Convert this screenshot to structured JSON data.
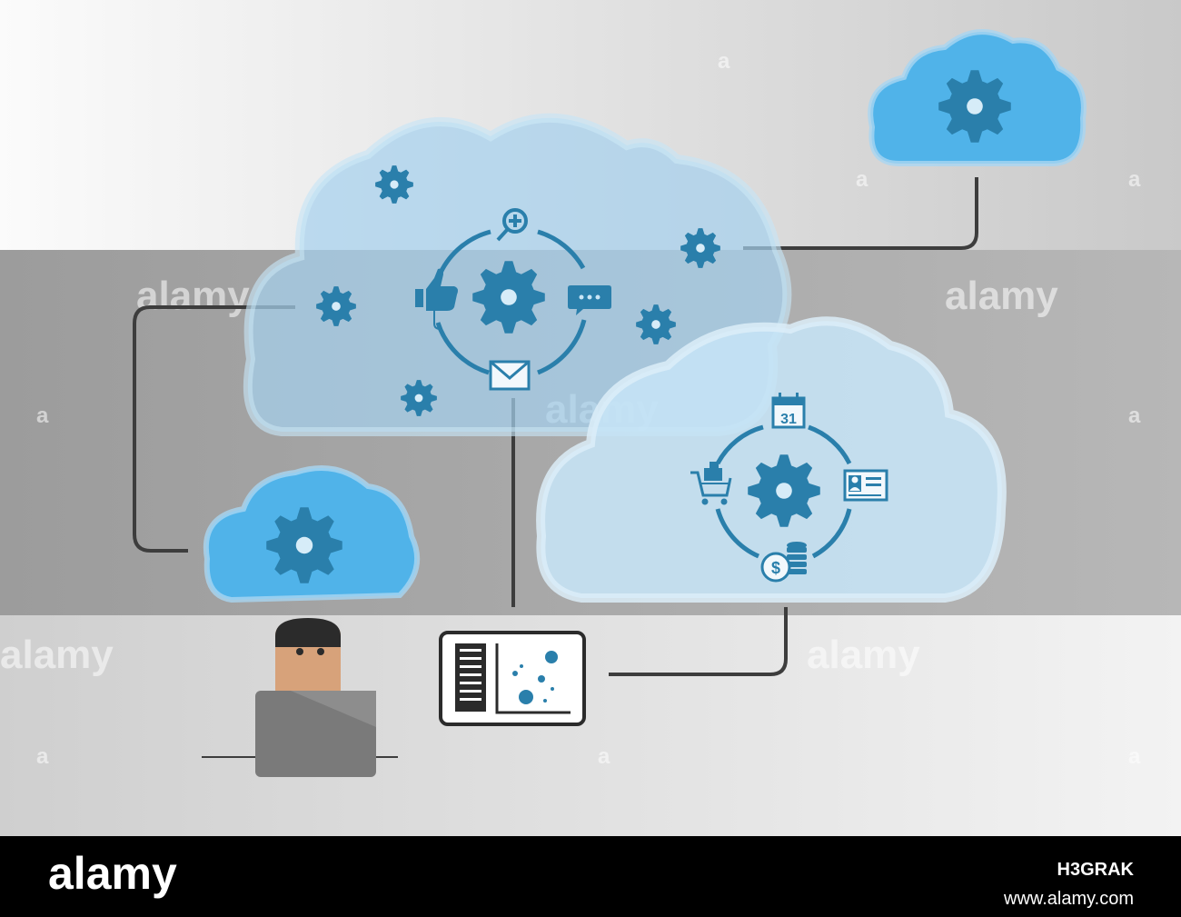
{
  "watermark": {
    "brand": "alamy",
    "letter": "a"
  },
  "footer": {
    "logo": "alamy",
    "image_id": "H3GRAK",
    "url": "www.alamy.com"
  },
  "calendar_icon": {
    "day": "31"
  },
  "colors": {
    "cloud_dark": "#4fb3e8",
    "cloud_light": "#b9dff5",
    "icon_blue": "#2a7fab",
    "connector": "#3d3d3d",
    "band_mid": "#a9a9a9",
    "footer_bg": "#000000"
  },
  "icons": [
    "gear-icon",
    "search-plus-icon",
    "thumbs-up-icon",
    "chat-bubble-icon",
    "envelope-icon",
    "calendar-icon",
    "shopping-cart-icon",
    "id-card-icon",
    "dollar-coins-icon",
    "person-avatar",
    "laptop-icon",
    "tablet-dashboard-icon"
  ]
}
